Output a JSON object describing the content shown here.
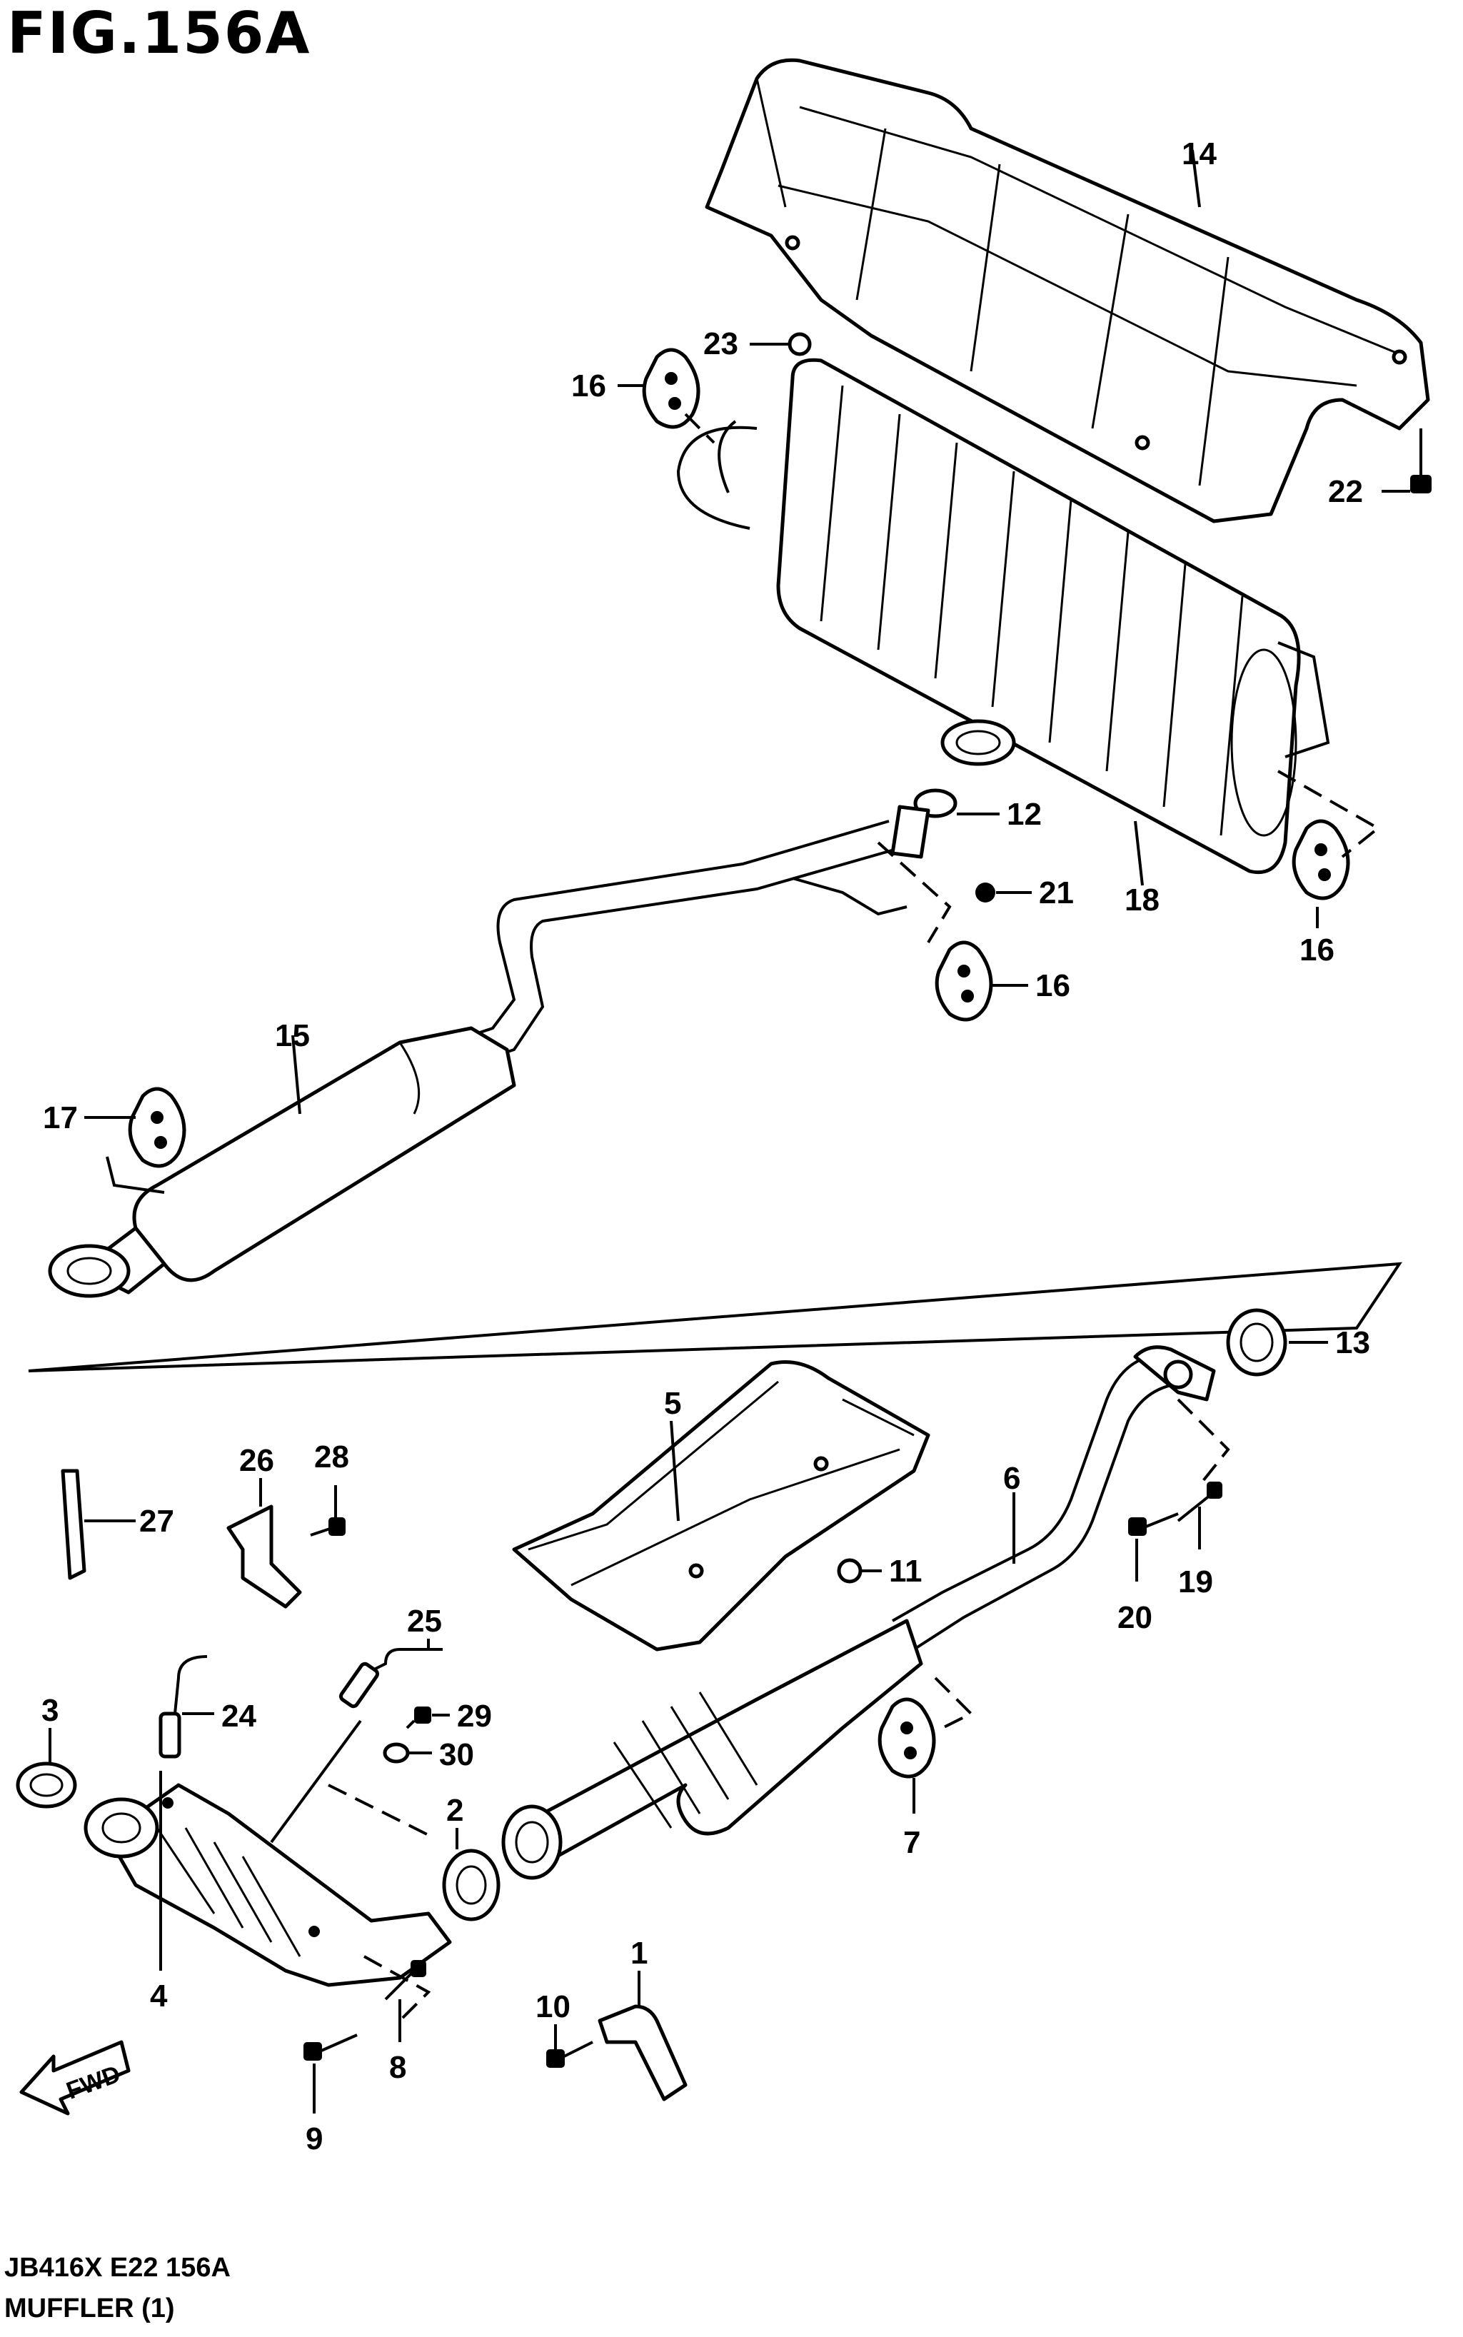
{
  "figure": {
    "title": "FIG.156A",
    "footer_code": "JB416X E22 156A",
    "footer_name": "MUFFLER (1)",
    "fwd_label": "FWD"
  },
  "parts": [
    {
      "id": "p1",
      "label": "1"
    },
    {
      "id": "p2",
      "label": "2"
    },
    {
      "id": "p3",
      "label": "3"
    },
    {
      "id": "p4",
      "label": "4"
    },
    {
      "id": "p5",
      "label": "5"
    },
    {
      "id": "p6",
      "label": "6"
    },
    {
      "id": "p7",
      "label": "7"
    },
    {
      "id": "p8",
      "label": "8"
    },
    {
      "id": "p9",
      "label": "9"
    },
    {
      "id": "p10",
      "label": "10"
    },
    {
      "id": "p11",
      "label": "11"
    },
    {
      "id": "p12",
      "label": "12"
    },
    {
      "id": "p13",
      "label": "13"
    },
    {
      "id": "p14",
      "label": "14"
    },
    {
      "id": "p15",
      "label": "15"
    },
    {
      "id": "p16a",
      "label": "16"
    },
    {
      "id": "p16b",
      "label": "16"
    },
    {
      "id": "p16c",
      "label": "16"
    },
    {
      "id": "p17",
      "label": "17"
    },
    {
      "id": "p18",
      "label": "18"
    },
    {
      "id": "p19",
      "label": "19"
    },
    {
      "id": "p20",
      "label": "20"
    },
    {
      "id": "p21",
      "label": "21"
    },
    {
      "id": "p22",
      "label": "22"
    },
    {
      "id": "p23",
      "label": "23"
    },
    {
      "id": "p24",
      "label": "24"
    },
    {
      "id": "p25",
      "label": "25"
    },
    {
      "id": "p26",
      "label": "26"
    },
    {
      "id": "p27",
      "label": "27"
    },
    {
      "id": "p28",
      "label": "28"
    },
    {
      "id": "p29",
      "label": "29"
    },
    {
      "id": "p30",
      "label": "30"
    }
  ]
}
